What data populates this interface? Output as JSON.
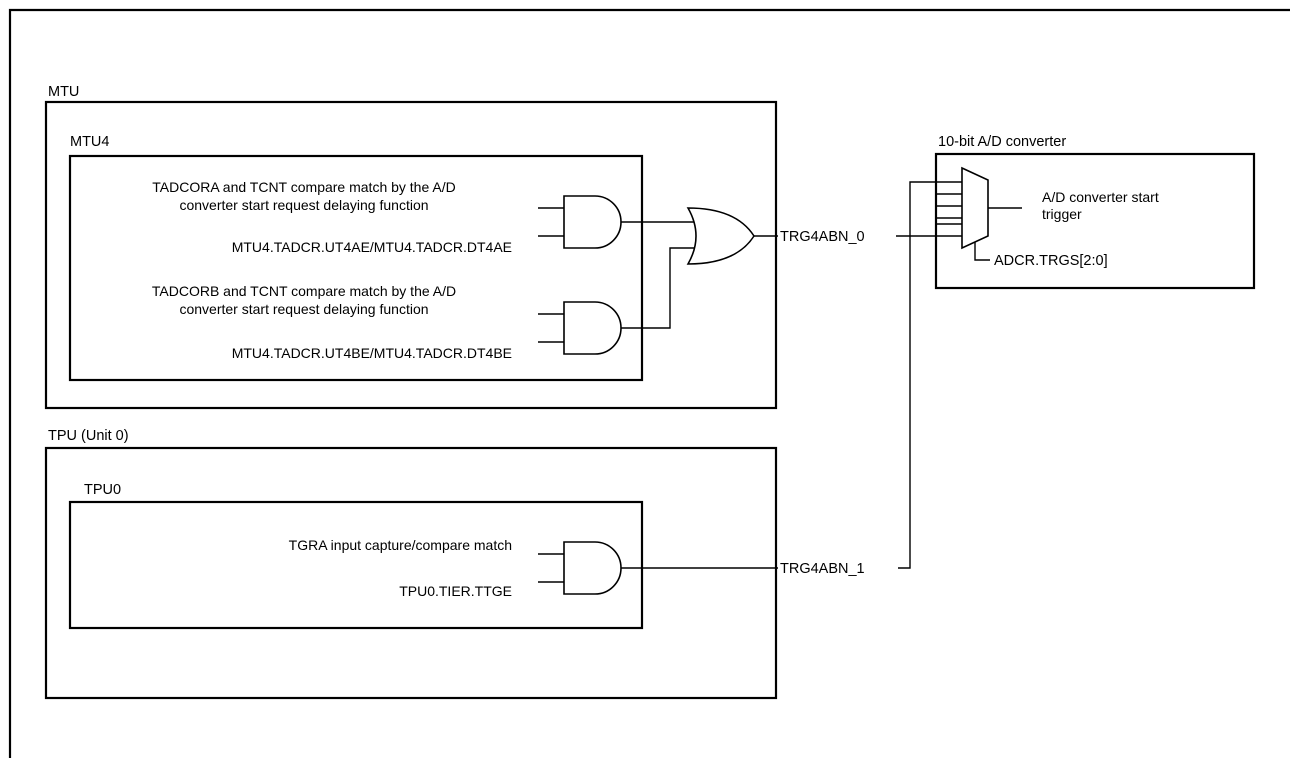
{
  "mtu": {
    "label": "MTU",
    "mtu4": {
      "label": "MTU4",
      "a_line1": "TADCORA and TCNT compare match by the A/D",
      "a_line2": "converter start request delaying function",
      "a_enable": "MTU4.TADCR.UT4AE/MTU4.TADCR.DT4AE",
      "b_line1": "TADCORB and TCNT compare match by the A/D",
      "b_line2": "converter start request delaying function",
      "b_enable": "MTU4.TADCR.UT4BE/MTU4.TADCR.DT4BE"
    }
  },
  "tpu": {
    "label": "TPU (Unit 0)",
    "tpu0": {
      "label": "TPU0",
      "capture": "TGRA input capture/compare match",
      "enable": "TPU0.TIER.TTGE"
    }
  },
  "adc": {
    "label": "10-bit A/D converter",
    "output_line1": "A/D converter start",
    "output_line2": "trigger",
    "select": "ADCR.TRGS[2:0]"
  },
  "signals": {
    "trg0": "TRG4ABN_0",
    "trg1": "TRG4ABN_1"
  }
}
